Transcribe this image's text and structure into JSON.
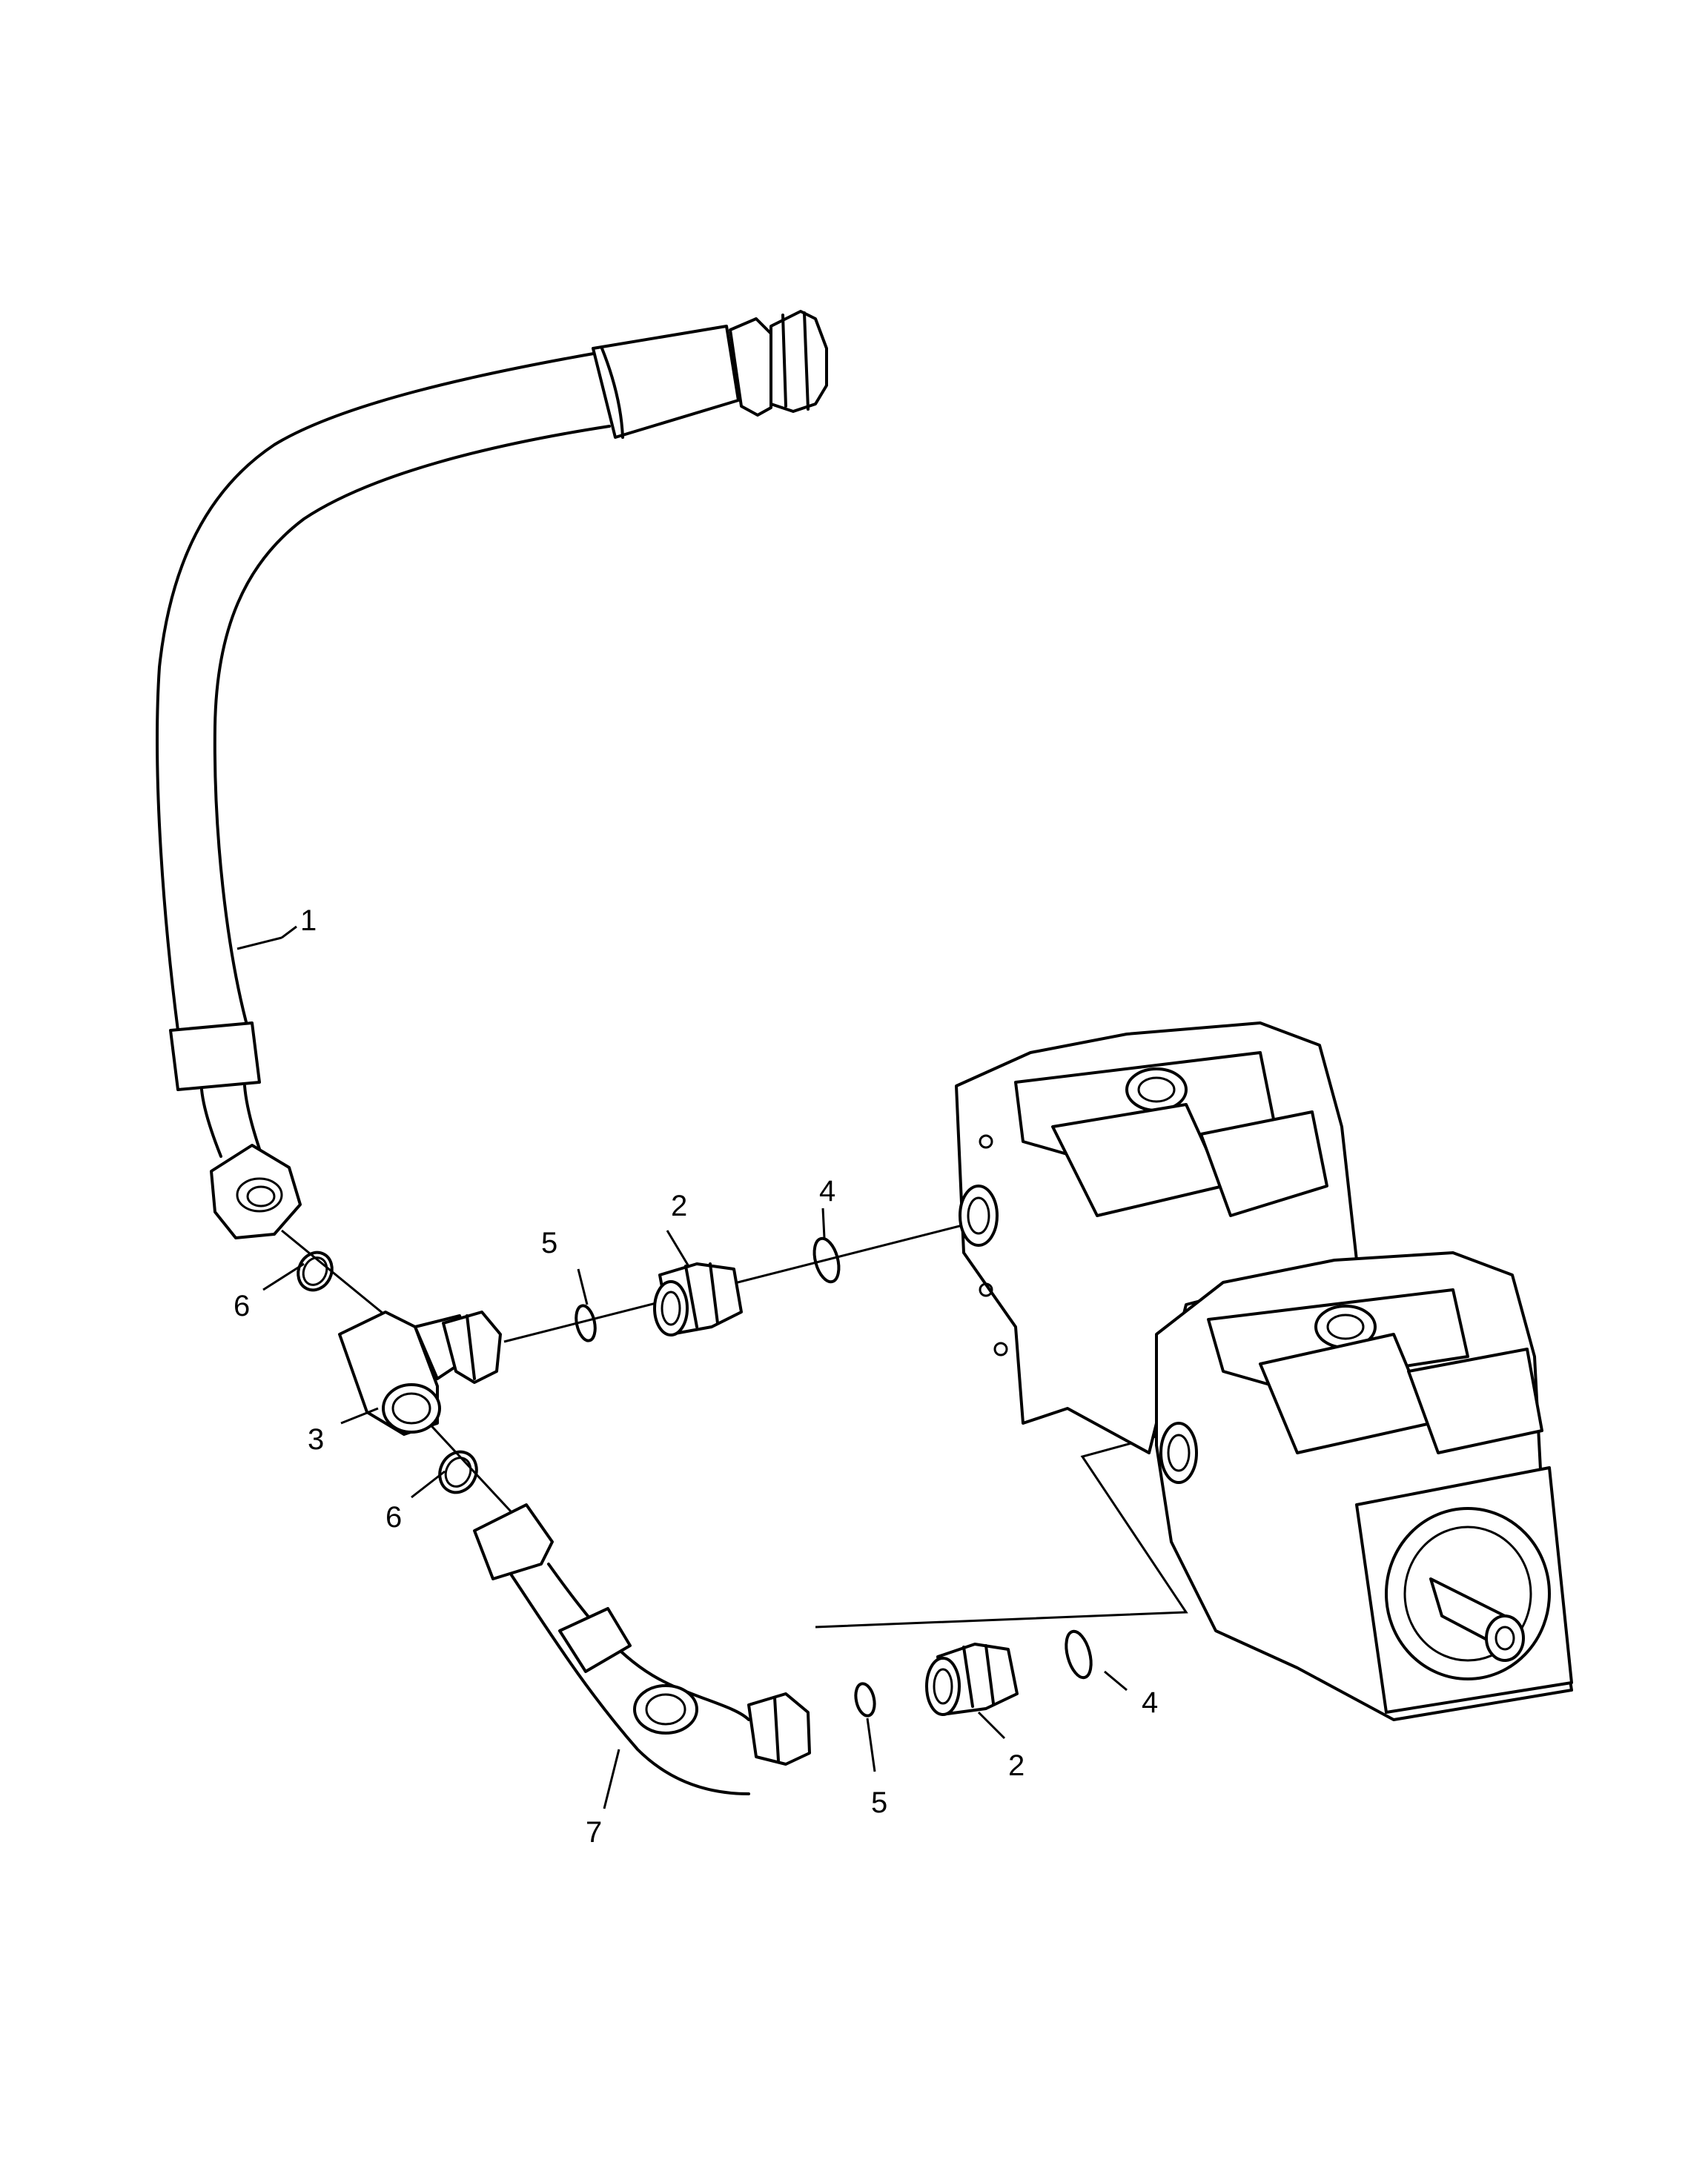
{
  "callouts": [
    {
      "id": "c1",
      "label": "1"
    },
    {
      "id": "c2a",
      "label": "2"
    },
    {
      "id": "c2b",
      "label": "2"
    },
    {
      "id": "c3",
      "label": "3"
    },
    {
      "id": "c4a",
      "label": "4"
    },
    {
      "id": "c4b",
      "label": "4"
    },
    {
      "id": "c5a",
      "label": "5"
    },
    {
      "id": "c5b",
      "label": "5"
    },
    {
      "id": "c6a",
      "label": "6"
    },
    {
      "id": "c6b",
      "label": "6"
    },
    {
      "id": "c7",
      "label": "7"
    }
  ]
}
